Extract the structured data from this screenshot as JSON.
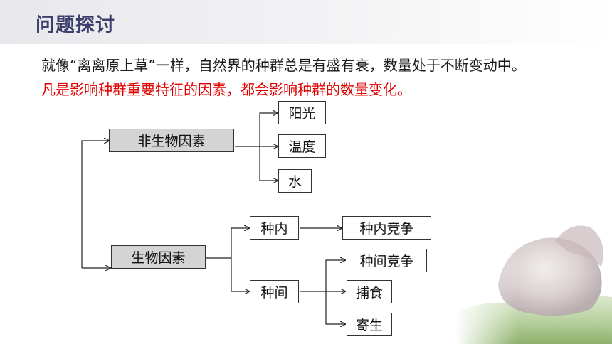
{
  "header": {
    "title": "问题探讨"
  },
  "text": {
    "line1": "就像“离离原上草”一样，自然界的种群总是有盛有衰，数量处于不断变动中。",
    "line2": "凡是影响种群重要特征的因素，都会影响种群的数量变化。"
  },
  "diagram": {
    "abiotic": "非生物因素",
    "sunlight": "阳光",
    "temperature": "温度",
    "water": "水",
    "biotic": "生物因素",
    "intraspecific": "种内",
    "intraspecific_competition": "种内竞争",
    "interspecific": "种间",
    "interspecific_competition": "种间竞争",
    "predation": "捕食",
    "parasitism": "寄生"
  },
  "colors": {
    "title": "#3c3f6c",
    "highlight_text": "#e00000",
    "box_gray": "#d4d4d4"
  }
}
